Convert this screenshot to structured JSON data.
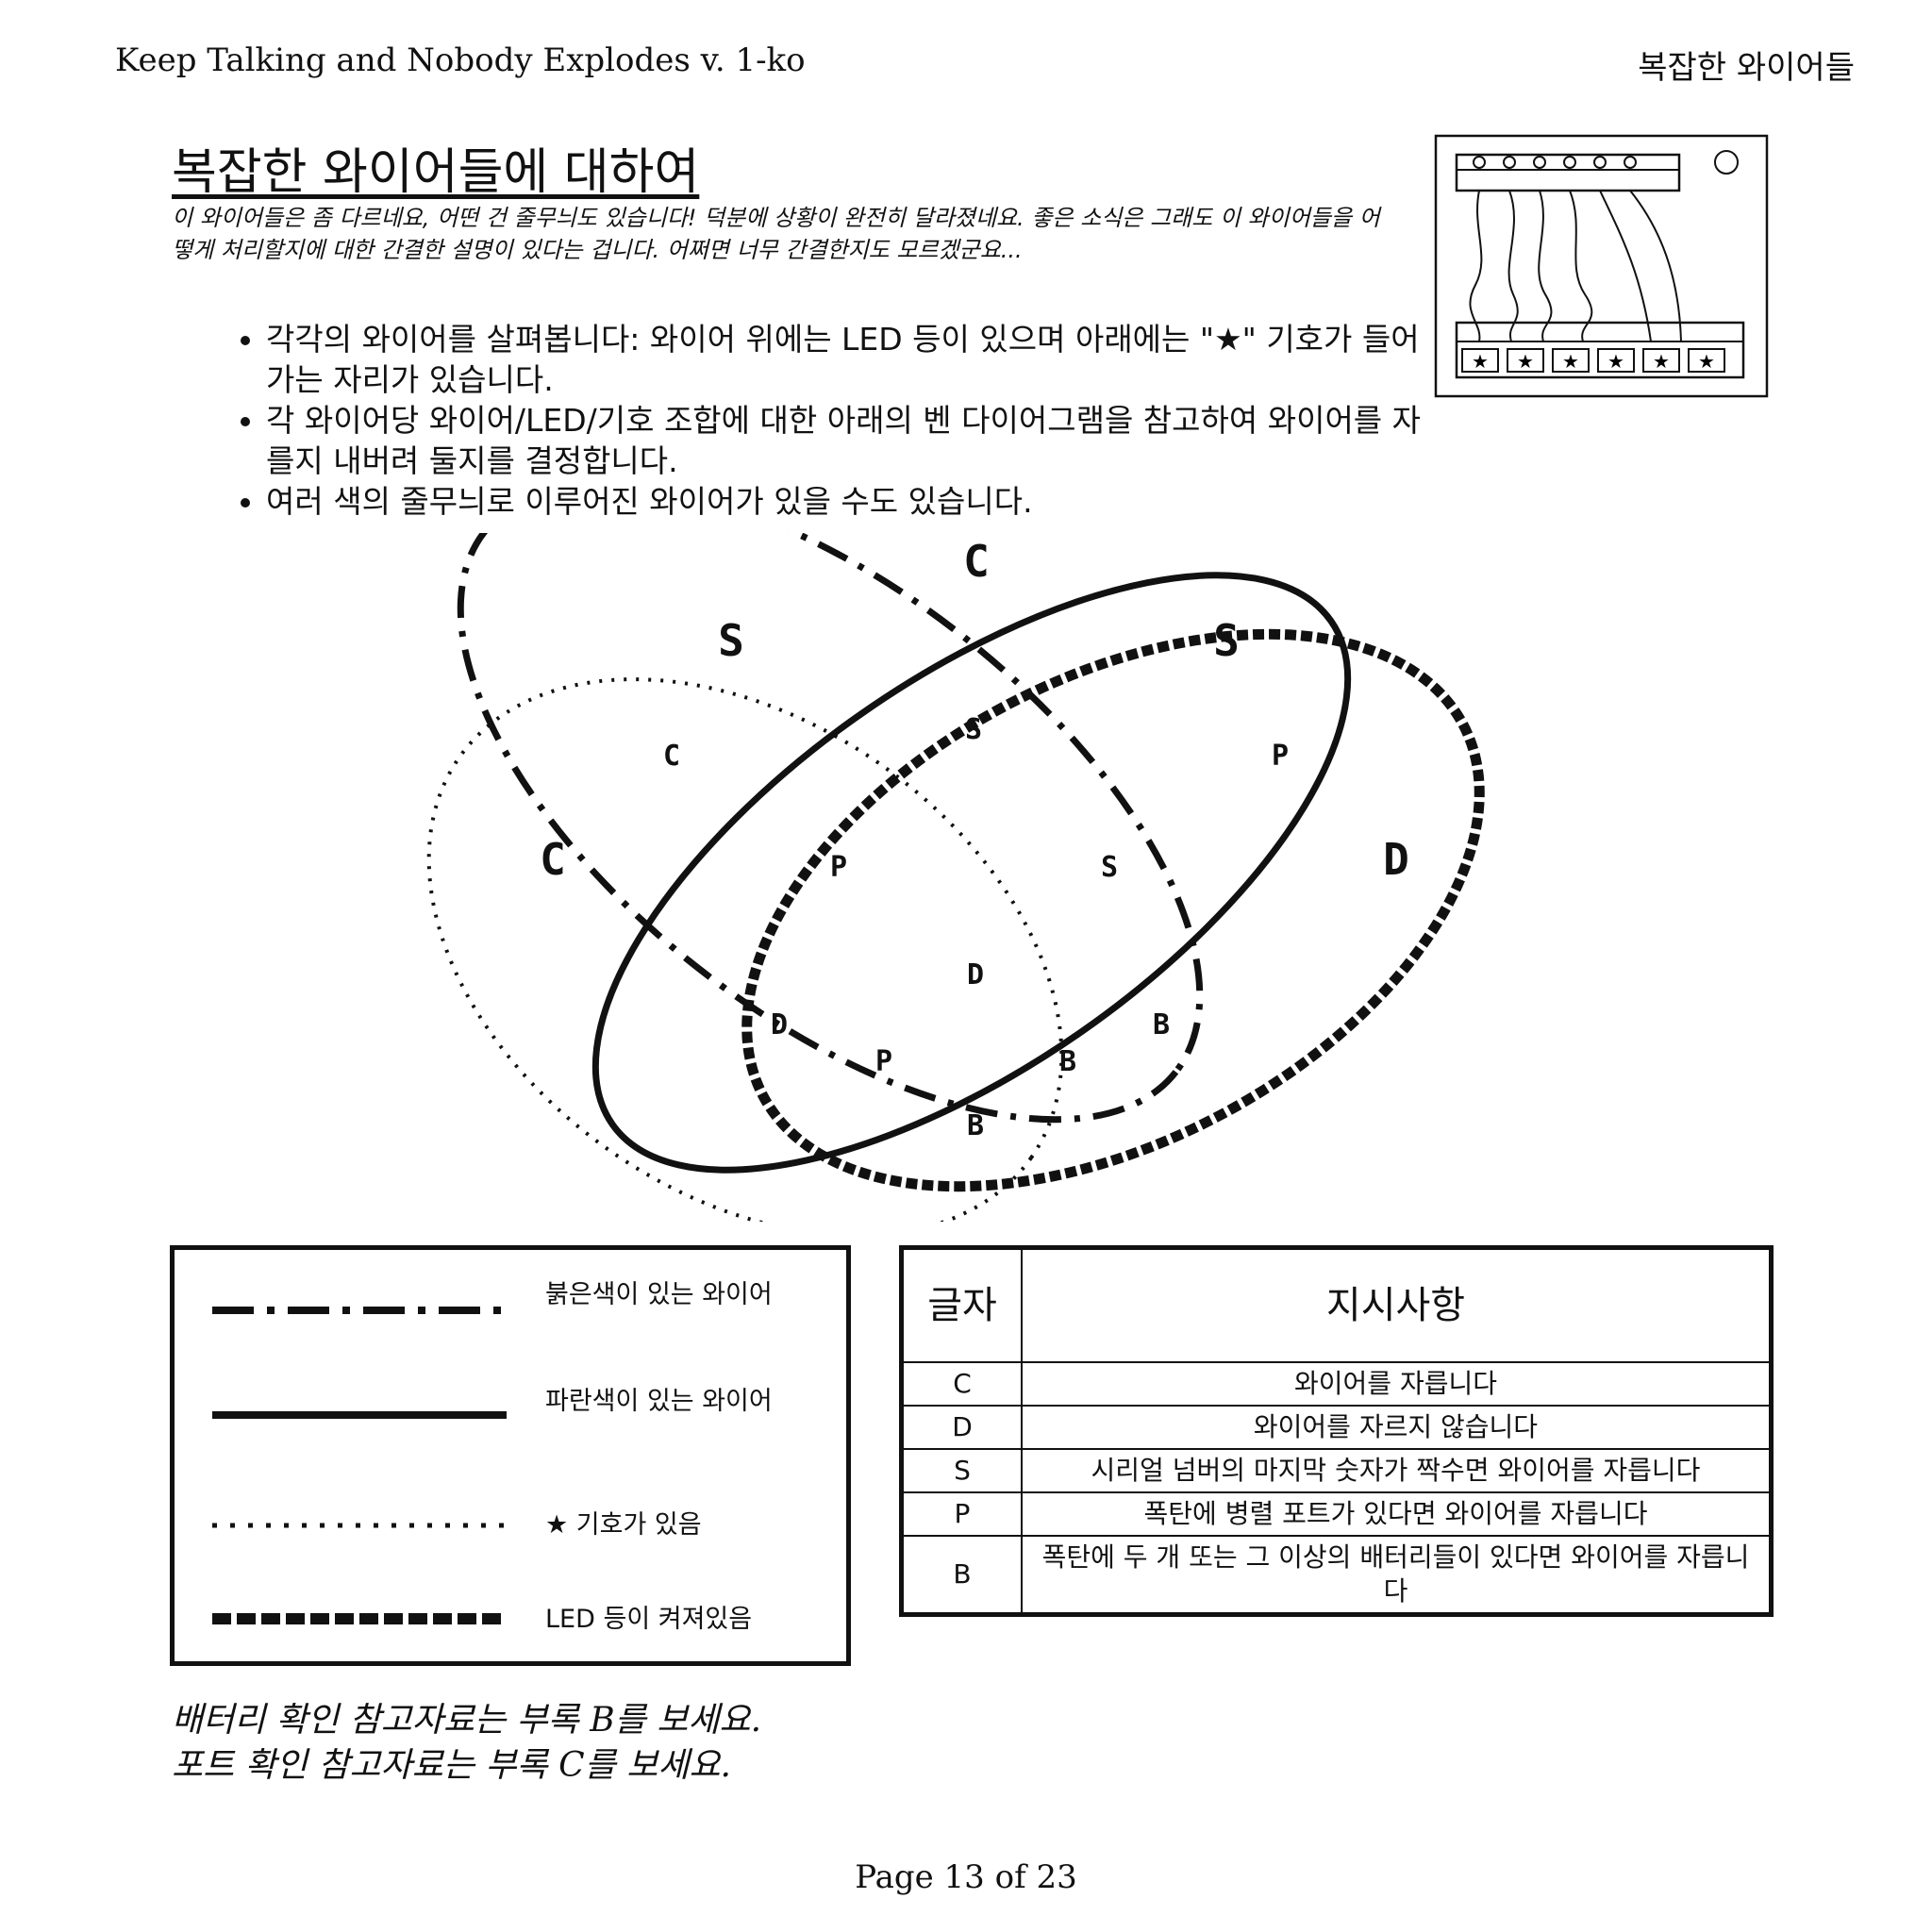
{
  "header": {
    "left": "Keep Talking and Nobody Explodes v. 1-ko",
    "right": "복잡한 와이어들"
  },
  "title": "복잡한 와이어들에 대하여",
  "intro": "이 와이어들은 좀 다르네요, 어떤 건 줄무늬도 있습니다! 덕분에 상황이 완전히 달라졌네요. 좋은 소식은 그래도 이 와이어들을 어떻게 처리할지에 대한 간결한 설명이 있다는 겁니다. 어쩌면 너무 간결한지도 모르겠군요...",
  "bullets": [
    "각각의 와이어를 살펴봅니다: 와이어 위에는 LED 등이 있으며 아래에는 \"★\" 기호가 들어가는 자리가 있습니다.",
    "각 와이어당 와이어/LED/기호 조합에 대한 아래의 벤 다이어그램을 참고하여 와이어를 자를지 내버려 둘지를 결정합니다.",
    "여러 색의 줄무늬로 이루어진 와이어가 있을 수도 있습니다."
  ],
  "module_icon": {
    "star_slots": [
      "★",
      "★",
      "★",
      "★",
      "★",
      "★"
    ]
  },
  "venn": {
    "labels": {
      "outer_c_top": "C",
      "s_left": "S",
      "s_right": "S",
      "c_left": "C",
      "d_right": "D",
      "red_only_star_c": "C",
      "center_top_s": "S",
      "p_right_top": "P",
      "p_center_left": "P",
      "s_center_right": "S",
      "d_center": "D",
      "d_lower_left": "D",
      "b_lower_right": "B",
      "p_bottom": "P",
      "b_bottom_mid": "B",
      "b_bottom": "B"
    }
  },
  "legend": [
    {
      "line": "dash-dot",
      "label": "붉은색이 있는 와이어"
    },
    {
      "line": "solid",
      "label": "파란색이 있는 와이어"
    },
    {
      "line": "dotted",
      "label": "★ 기호가 있음"
    },
    {
      "line": "thick-dashed",
      "label": "LED 등이 켜져있음"
    }
  ],
  "instructions": {
    "header_letter": "글자",
    "header_instruction": "지시사항",
    "rows": [
      {
        "letter": "C",
        "text": "와이어를 자릅니다"
      },
      {
        "letter": "D",
        "text": "와이어를 자르지 않습니다"
      },
      {
        "letter": "S",
        "text": "시리얼 넘버의 마지막 숫자가 짝수면 와이어를 자릅니다"
      },
      {
        "letter": "P",
        "text": "폭탄에 병렬 포트가 있다면 와이어를 자릅니다"
      },
      {
        "letter": "B",
        "text": "폭탄에 두 개 또는 그 이상의 배터리들이 있다면 와이어를 자릅니다"
      }
    ]
  },
  "footnotes": [
    "배터리 확인 참고자료는 부록 B를 보세요.",
    "포트 확인 참고자료는 부록 C를 보세요."
  ],
  "page_number": "Page 13 of 23"
}
